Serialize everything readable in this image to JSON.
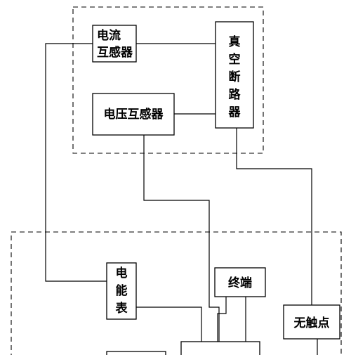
{
  "blocks": {
    "current_transformer": {
      "lines": [
        "电流",
        "互感器"
      ]
    },
    "voltage_transformer": {
      "lines": [
        "电压互感器"
      ]
    },
    "vacuum_breaker": {
      "lines": [
        "真",
        "空",
        "断",
        "路",
        "器"
      ]
    },
    "energy_meter": {
      "lines": [
        "电",
        "能",
        "表"
      ]
    },
    "terminal": {
      "lines": [
        "终端"
      ]
    },
    "contactless": {
      "lines": [
        "无触点"
      ]
    }
  }
}
